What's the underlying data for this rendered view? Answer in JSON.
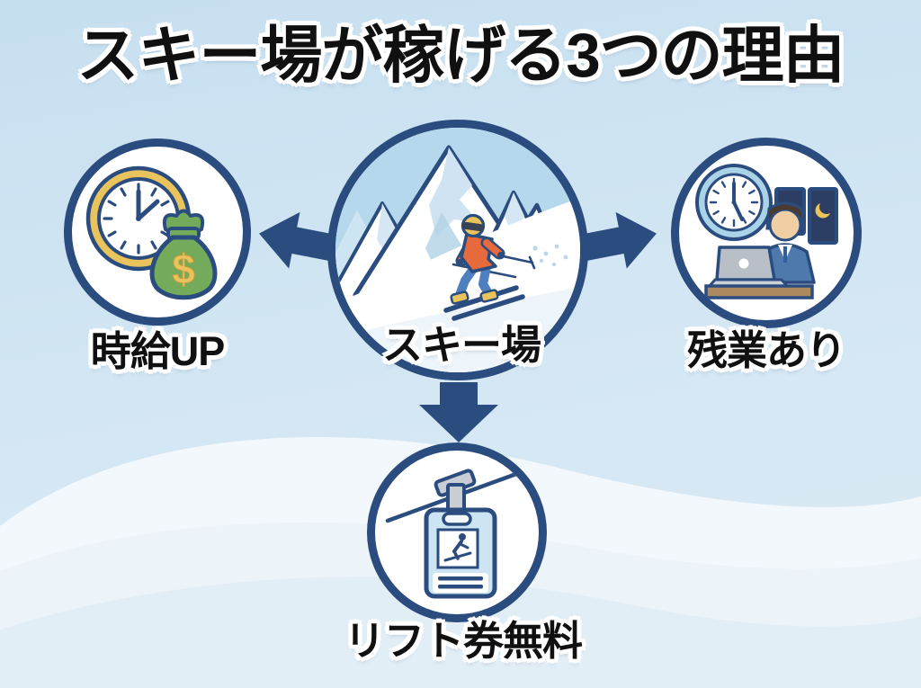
{
  "title": "スキー場が稼げる3つの理由",
  "center_node": {
    "label": "スキー場"
  },
  "reasons": {
    "left": {
      "label": "時給UP"
    },
    "right": {
      "label": "残業あり"
    },
    "bottom": {
      "label": "リフト券無料"
    }
  },
  "icons": {
    "center": "mountain-with-skier",
    "left": "clock-and-money-bag",
    "right": "overtime-worker-at-laptop",
    "bottom": "ski-lift-ticket"
  },
  "colors": {
    "outline_navy": "#2b4c7e",
    "sky_blue": "#b5d8ec",
    "background_blue": "#cfe4f2",
    "snow_white": "#ffffff",
    "clock_gold": "#e9c35c",
    "money_green": "#74ab5b",
    "overtime_clock_blue": "#aad3e8",
    "night_window_navy": "#2c3e63",
    "moon_yellow": "#e9c35c",
    "suit_blue": "#4d79ad",
    "desk_brown": "#ac8a60",
    "laptop_gray": "#b9bfc7",
    "ticket_blue": "#cde5f3",
    "jacket_orange": "#e66a3c",
    "pants_blue": "#4e80c0",
    "text_black": "#101010"
  }
}
